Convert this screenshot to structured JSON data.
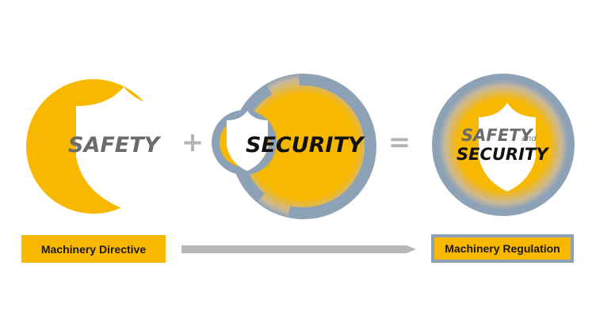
{
  "colors": {
    "accent": "#f9b800",
    "ring": "#8da2b6",
    "shield_text_light": "#6b6b6b",
    "shield_text_dark": "#111111",
    "operator": "#b4b4b4",
    "arrow": "#b8b8b8"
  },
  "circles": {
    "safety": {
      "word": "SAFETY",
      "icon": "shield-icon"
    },
    "security": {
      "word": "SECURITY",
      "icon": "shield-icon"
    },
    "combined": {
      "word1": "SAFETY",
      "and": "and",
      "word2": "SECURITY",
      "icon": "shield-icon"
    }
  },
  "operators": {
    "plus": "+",
    "equals": "="
  },
  "labels": {
    "left": "Machinery Directive",
    "right": "Machinery Regulation"
  }
}
